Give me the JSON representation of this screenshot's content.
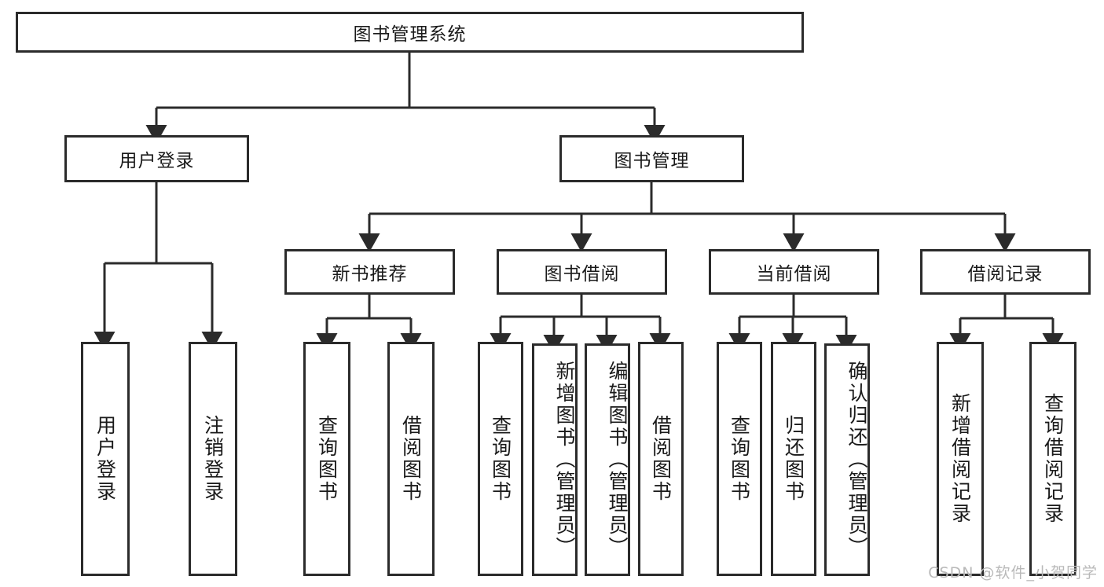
{
  "diagram": {
    "title": "图书管理系统",
    "watermark": "CSDN @软件_小贺同学",
    "stroke_color": "#2b2b2b",
    "fill_color": "#ffffff",
    "text_color": "#1a1a1a",
    "background": "#ffffff"
  },
  "levels": {
    "root": {
      "label": "图书管理系统"
    },
    "level2": [
      {
        "label": "用户登录"
      },
      {
        "label": "图书管理"
      }
    ],
    "level3": [
      {
        "label": "新书推荐"
      },
      {
        "label": "图书借阅"
      },
      {
        "label": "当前借阅"
      },
      {
        "label": "借阅记录"
      }
    ],
    "leaves": {
      "user_login": [
        {
          "label": "用户登录"
        },
        {
          "label": "注销登录"
        }
      ],
      "new_book_recommend": [
        {
          "label": "查询图书"
        },
        {
          "label": "借阅图书"
        }
      ],
      "book_borrow": [
        {
          "label": "查询图书"
        },
        {
          "label": "新增图书（管理员）"
        },
        {
          "label": "编辑图书（管理员）"
        },
        {
          "label": "借阅图书"
        }
      ],
      "current_borrow": [
        {
          "label": "查询图书"
        },
        {
          "label": "归还图书"
        },
        {
          "label": "确认归还（管理员）"
        }
      ],
      "borrow_record": [
        {
          "label": "新增借阅记录"
        },
        {
          "label": "查询借阅记录"
        }
      ]
    }
  }
}
